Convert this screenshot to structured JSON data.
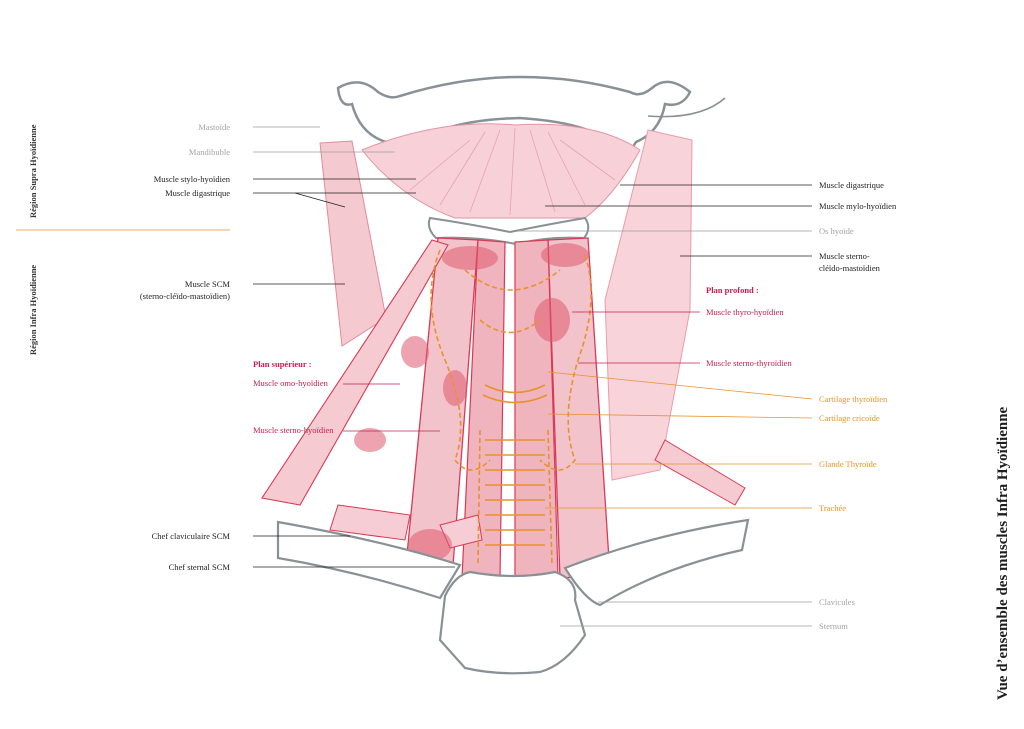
{
  "title": "Vue d’ensemble des muscles Infra Hyoïdienne",
  "regions": {
    "supra": "Région Supra Hyoïdienne",
    "infra": "Région Infra Hyoïdienne"
  },
  "left_labels": {
    "mastoide": "Mastoïde",
    "mandibule": "Mandibuble",
    "stylo_hyoidien": "Muscle stylo-hyoïdien",
    "digastrique": "Muscle digastrique",
    "scm_line1": "Muscle SCM",
    "scm_line2": "(sterno-cléïdo-mastoïdien)",
    "plan_superieur": "Plan supérieur :",
    "omo_hyoidien": "Muscle omo-hyoïdien",
    "sterno_hyoidien": "Muscle sterno-hyoïdien",
    "chef_claviculaire": "Chef claviculaire SCM",
    "chef_sternal": "Chef sternal SCM"
  },
  "right_labels": {
    "digastrique": "Muscle digastrique",
    "mylo_hyoidien": "Muscle mylo-hyoïdien",
    "os_hyoide": "Os hyoïde",
    "scm_line1": "Muscle sterno-",
    "scm_line2": "cléïdo-mastoïdien",
    "plan_profond": "Plan profond :",
    "thyro_hyoidien": "Muscle thyro-hyoïdien",
    "sterno_thyroidien": "Muscle sterno-thyroïdien",
    "cartilage_thyroidien": "Cartilage thyroïdien",
    "cartilage_cricoide": "Cartilage cricoïde",
    "glande_thyroide": "Glande Thyroïde",
    "trachee": "Trachée",
    "clavicules": "Clavicules",
    "sternum": "Sternum"
  },
  "colors": {
    "muscle": "#d83a55",
    "muscle_light": "#f2c2cb",
    "bone": "#8a9196",
    "accent_orange": "#e8922a",
    "accent_red": "#c41f4f"
  }
}
